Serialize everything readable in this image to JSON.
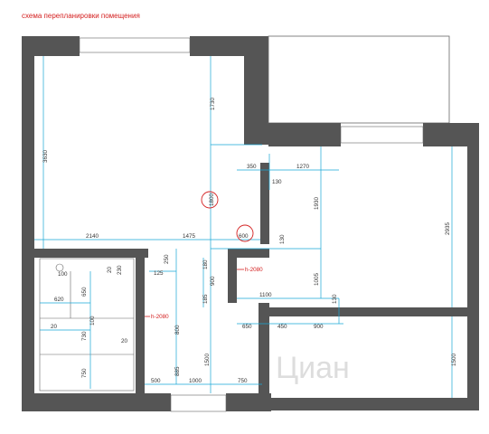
{
  "title": "схема перепланировки помещения",
  "watermark": "Циан",
  "colors": {
    "wall": "#555555",
    "dimension_line": "#19a7d6",
    "annotation": "#d42020",
    "background": "#ffffff"
  },
  "dimensions": {
    "d3630": "3630",
    "d1730": "1730",
    "d1800": "1800",
    "d350": "350",
    "d1270": "1270",
    "d130a": "130",
    "d1930": "1930",
    "d2935": "2935",
    "d2140": "2140",
    "d1475": "1475",
    "d600": "600",
    "d130b": "130",
    "d100a": "100",
    "d20a": "20",
    "d230": "230",
    "d250": "250",
    "d125": "125",
    "d180": "180",
    "d900a": "900",
    "d1005": "1005",
    "d650a": "650",
    "d620": "620",
    "d185": "185",
    "d1100": "1100",
    "d130c": "130",
    "d20b": "20",
    "d100b": "100",
    "d800": "800",
    "d650b": "650",
    "d450": "450",
    "d900b": "900",
    "d730": "730",
    "d20c": "20",
    "d1500a": "1500",
    "d1500b": "1500",
    "d750a": "750",
    "d885": "885",
    "d500": "500",
    "d1000": "1000",
    "d750b": "750"
  },
  "annotations": {
    "h1": "h-2080",
    "h2": "h-2080"
  }
}
